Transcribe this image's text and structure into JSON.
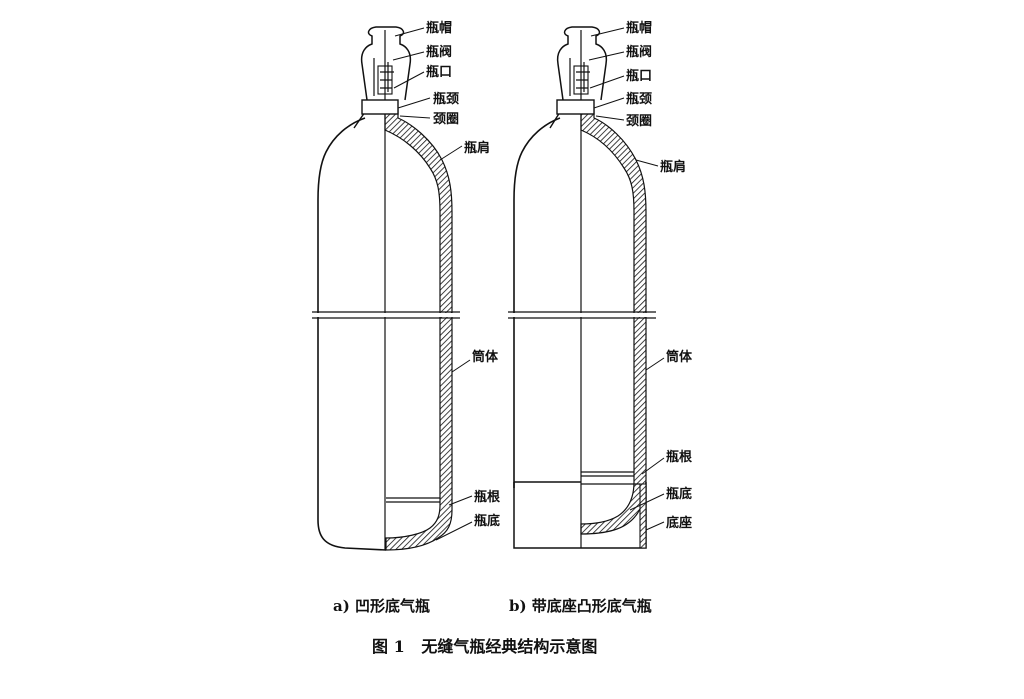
{
  "figure": {
    "caption": "图 1   无缝气瓶经典结构示意图",
    "subfigures": [
      {
        "id": "a",
        "caption": "a)   凹形底气瓶",
        "labels": {
          "cap": "瓶帽",
          "valve": "瓶阀",
          "mouth": "瓶口",
          "neck": "瓶颈",
          "neck_ring": "颈圈",
          "shoulder": "瓶肩",
          "body": "筒体",
          "root": "瓶根",
          "bottom": "瓶底"
        }
      },
      {
        "id": "b",
        "caption": "b)   带底座凸形底气瓶",
        "labels": {
          "cap": "瓶帽",
          "valve": "瓶阀",
          "mouth": "瓶口",
          "neck": "瓶颈",
          "neck_ring": "颈圈",
          "shoulder": "瓶肩",
          "body": "筒体",
          "root": "瓶根",
          "bottom": "瓶底",
          "base": "底座"
        }
      }
    ]
  }
}
